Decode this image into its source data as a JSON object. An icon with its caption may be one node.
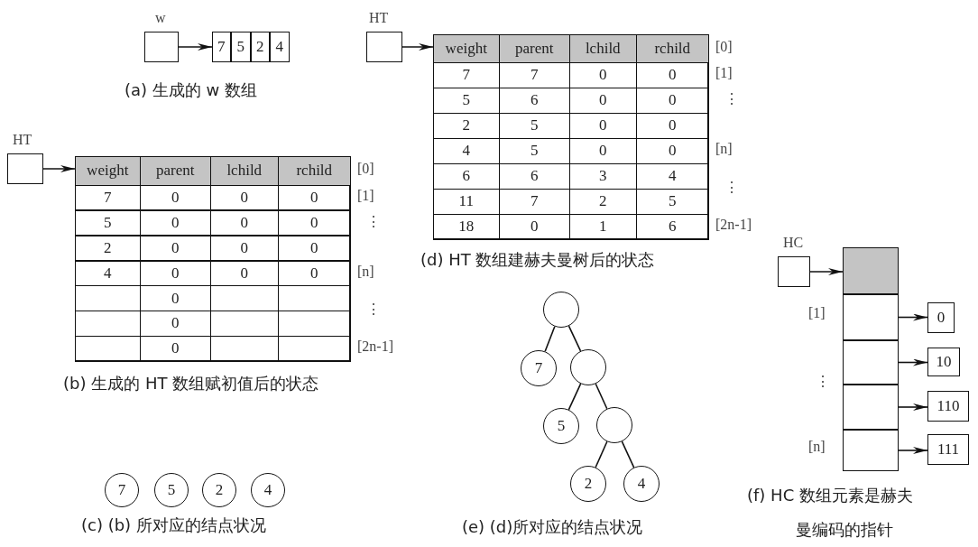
{
  "diagram": {
    "nodes": [
      {
        "text": [],
        "shape": "box",
        "beside": [
          "w"
        ]
      },
      {
        "text": [
          "7",
          "5",
          "2",
          "4"
        ]
      },
      {
        "text": [],
        "shape": "box",
        "beside": [
          "HT"
        ]
      },
      {
        "text": [
          "weight",
          "parent",
          "lchild",
          "rchild",
          "7",
          "7",
          "0",
          "0",
          "5",
          "6",
          "0",
          "0",
          "2",
          "5",
          "0",
          "0",
          "4",
          "5",
          "0",
          "0",
          "6",
          "6",
          "3",
          "4",
          "11",
          "7",
          "2",
          "5",
          "18",
          "0",
          "1",
          "6"
        ],
        "beside": [
          "[0]",
          "[1]",
          "⋮",
          "[n]",
          "⋮",
          "[2n-1]"
        ]
      },
      {
        "text": [],
        "shape": "box",
        "beside": [
          "HT"
        ]
      },
      {
        "text": [
          "weight",
          "parent",
          "lchild",
          "rchild",
          "7",
          "0",
          "0",
          "0",
          "5",
          "0",
          "0",
          "0",
          "2",
          "0",
          "0",
          "0",
          "4",
          "0",
          "0",
          "0",
          "0",
          "0",
          "0"
        ],
        "beside": [
          "[0]",
          "[1]",
          "⋮",
          "[n]",
          "⋮",
          "[2n-1]"
        ]
      },
      {
        "text": [],
        "shape": "box",
        "beside": [
          "HC"
        ]
      },
      {
        "text": [],
        "shape": "box"
      },
      {
        "text": [],
        "shape": "box",
        "beside": [
          "[1]"
        ]
      },
      {
        "text": [],
        "shape": "box",
        "beside": [
          "⋮"
        ]
      },
      {
        "text": [],
        "shape": "box"
      },
      {
        "text": [],
        "shape": "box",
        "beside": [
          "[n]"
        ]
      },
      {
        "text": [
          "0"
        ]
      },
      {
        "text": [
          "10"
        ]
      },
      {
        "text": [
          "110"
        ]
      },
      {
        "text": [
          "111"
        ]
      },
      {
        "text": [],
        "shape": "circle"
      },
      {
        "text": [
          "7"
        ]
      },
      {
        "text": [],
        "shape": "circle"
      },
      {
        "text": [
          "5"
        ]
      },
      {
        "text": [],
        "shape": "circle"
      },
      {
        "text": [
          "2"
        ]
      },
      {
        "text": [
          "4"
        ]
      },
      {
        "text": [
          "7"
        ]
      },
      {
        "text": [
          "5"
        ]
      },
      {
        "text": [
          "2"
        ]
      },
      {
        "text": [
          "4"
        ]
      }
    ],
    "edges": [
      {
        "from": 0,
        "to": 1,
        "arrow": "to"
      },
      {
        "from": 2,
        "to": 3,
        "arrow": "to"
      },
      {
        "from": 4,
        "to": 5,
        "arrow": "to"
      },
      {
        "from": 6,
        "to": 7,
        "arrow": "to"
      },
      {
        "from": 8,
        "to": 12,
        "arrow": "to"
      },
      {
        "from": 9,
        "to": 13,
        "arrow": "to"
      },
      {
        "from": 10,
        "to": 14,
        "arrow": "to"
      },
      {
        "from": 11,
        "to": 15,
        "arrow": "to"
      },
      {
        "from": 16,
        "to": 17,
        "arrow": "none"
      },
      {
        "from": 16,
        "to": 18,
        "arrow": "none"
      },
      {
        "from": 18,
        "to": 19,
        "arrow": "none"
      },
      {
        "from": 18,
        "to": 20,
        "arrow": "none"
      },
      {
        "from": 20,
        "to": 21,
        "arrow": "none"
      },
      {
        "from": 20,
        "to": 22,
        "arrow": "none"
      }
    ],
    "labels": [
      "(a) 生成的 w 数组",
      "(d) HT 数组建赫夫曼树后的状态",
      "(b) 生成的 HT 数组赋初值后的状态",
      "(f) HC 数组元素是赫夫曼编码的指针",
      "(c) (b) 所对应的结点状况",
      "(e) (d)所对应的结点状况"
    ]
  }
}
